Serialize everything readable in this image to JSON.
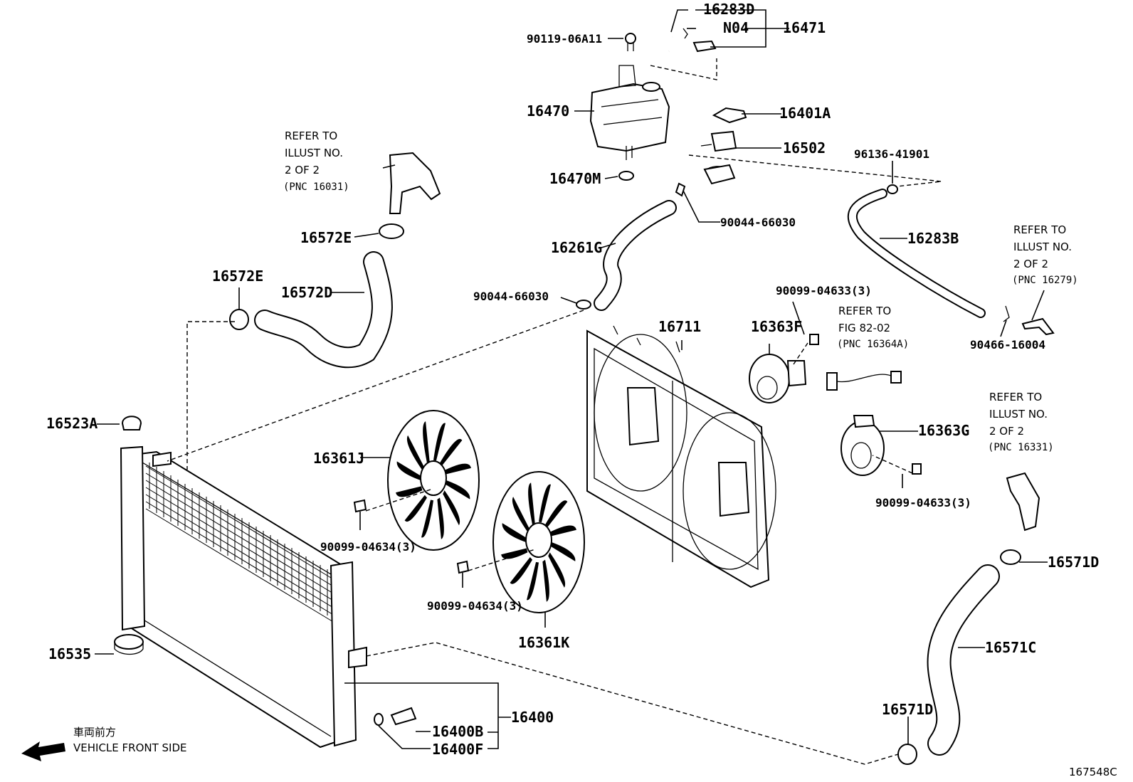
{
  "figure_id": "167548C",
  "direction_note": {
    "japanese": "車両前方",
    "english": "VEHICLE FRONT SIDE"
  },
  "labels": {
    "p16283D": "16283D",
    "pN04": "N04",
    "p16471": "16471",
    "p90119": "90119-06A11",
    "p16470": "16470",
    "p16401A": "16401A",
    "p16502": "16502",
    "p16470M": "16470M",
    "p96136": "96136-41901",
    "p90044a": "90044-66030",
    "p16261G": "16261G",
    "p16283B": "16283B",
    "p16572E_top": "16572E",
    "p16572E_left": "16572E",
    "p16572D": "16572D",
    "p90044b": "90044-66030",
    "p90099_04633_a": "90099-04633(3)",
    "p16711": "16711",
    "p16363F": "16363F",
    "p90466": "90466-16004",
    "p16523A": "16523A",
    "p16361J": "16361J",
    "p16363G": "16363G",
    "p90099_04634_a": "90099-04634(3)",
    "p90099_04633_b": "90099-04633(3)",
    "p16571D_right": "16571D",
    "p90099_04634_b": "90099-04634(3)",
    "p16361K": "16361K",
    "p16571C": "16571C",
    "p16535": "16535",
    "p16400": "16400",
    "p16571D_bottom": "16571D",
    "p16400B": "16400B",
    "p16400F": "16400F"
  },
  "refer_notes": {
    "n16031": [
      "REFER TO",
      "ILLUST NO.",
      "2 OF 2",
      "(PNC 16031)"
    ],
    "n16279": [
      "REFER TO",
      "ILLUST NO.",
      "2 OF 2",
      "(PNC 16279)"
    ],
    "n16364A": [
      "REFER TO",
      "FIG 82-02",
      "(PNC 16364A)"
    ],
    "n16331": [
      "REFER TO",
      "ILLUST NO.",
      "2 OF 2",
      "(PNC 16331)"
    ]
  }
}
